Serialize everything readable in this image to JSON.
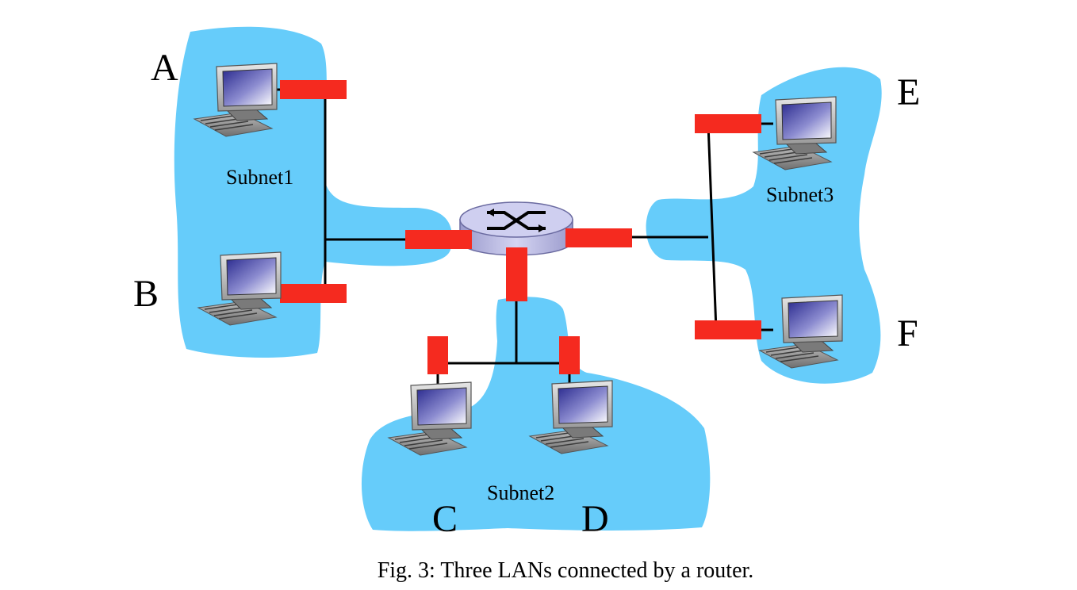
{
  "hosts": {
    "a": "A",
    "b": "B",
    "c": "C",
    "d": "D",
    "e": "E",
    "f": "F"
  },
  "subnets": {
    "subnet1": "Subnet1",
    "subnet2": "Subnet2",
    "subnet3": "Subnet3"
  },
  "caption": "Fig. 3: Three LANs connected by a router.",
  "colors": {
    "subnet_fill": "#66ccfa",
    "adapter": "#f52a1f",
    "router_top": "#c8c8ee",
    "screen": "#3a3aa0"
  },
  "icons": {
    "host": "desktop-computer-icon",
    "router": "router-icon"
  }
}
